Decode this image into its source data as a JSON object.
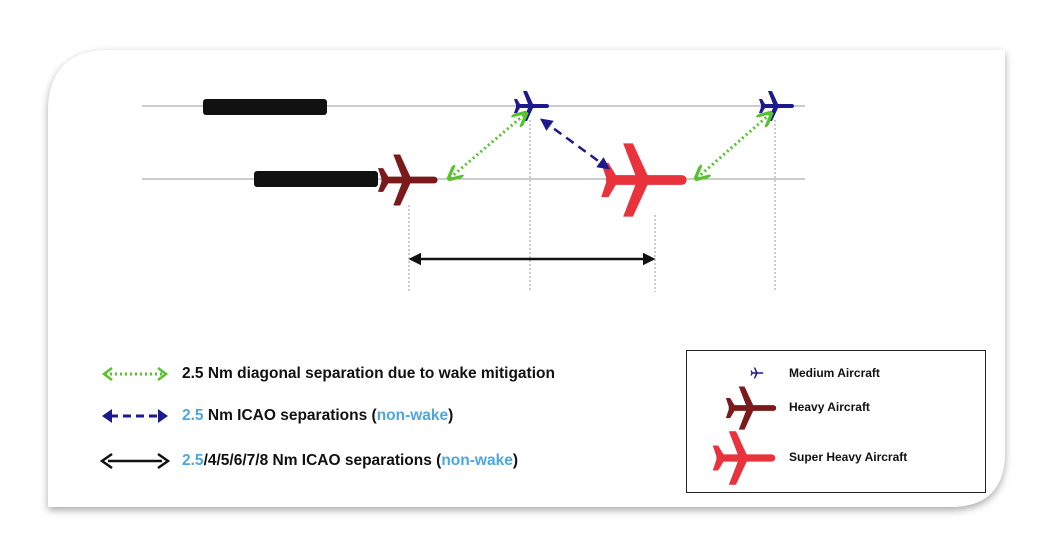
{
  "colors": {
    "medium": "#1c1a8c",
    "heavy": "#7a1a1a",
    "super_heavy": "#e8323c",
    "wake_arrow": "#56c22d",
    "icao_dashed": "#1c1a8c",
    "icao_solid": "#111111",
    "highlight": "#4da6e0"
  },
  "legend": {
    "items": [
      {
        "style": "dotted-green",
        "parts": [
          "2.5 Nm diagonal separation due to wake mitigation"
        ]
      },
      {
        "style": "dashed-navy",
        "parts": [
          "2.5",
          " Nm ICAO separations (",
          "non-wake",
          ")"
        ]
      },
      {
        "style": "solid-black",
        "parts": [
          "2.5",
          "/4/5/6/7/8 Nm ICAO separations (",
          "non-wake",
          ")"
        ]
      }
    ]
  },
  "key": {
    "medium": "Medium Aircraft",
    "heavy": "Heavy Aircraft",
    "super_heavy": "Super Heavy Aircraft"
  },
  "icons": [
    "medium-aircraft-icon",
    "heavy-aircraft-icon",
    "super-heavy-aircraft-icon"
  ]
}
